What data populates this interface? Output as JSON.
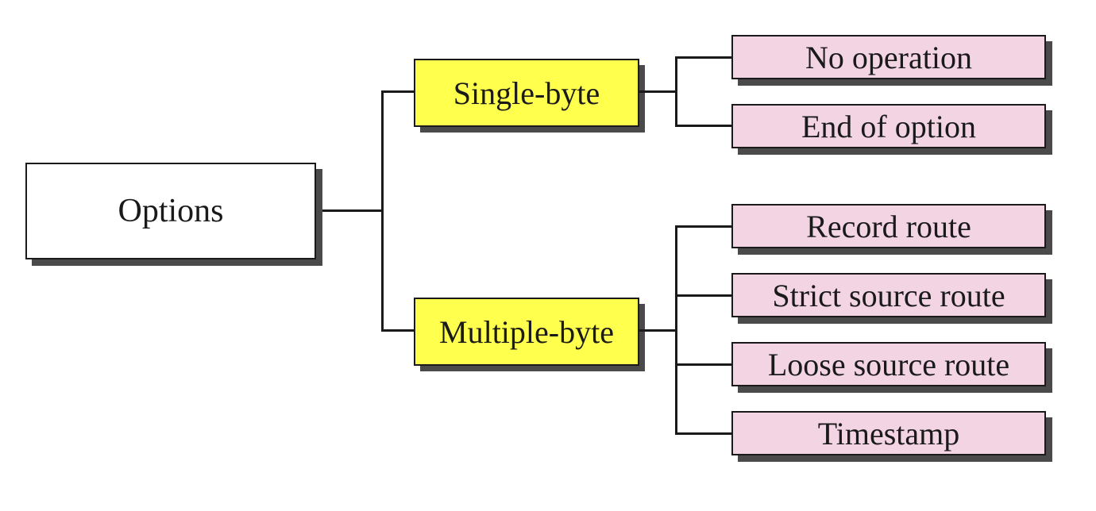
{
  "diagram": {
    "root": {
      "label": "Options",
      "color": "#ffffff"
    },
    "categories": [
      {
        "label": "Single-byte",
        "color": "#ffff4d",
        "leaves": [
          "No operation",
          "End of option"
        ]
      },
      {
        "label": "Multiple-byte",
        "color": "#ffff4d",
        "leaves": [
          "Record route",
          "Strict source route",
          "Loose source route",
          "Timestamp"
        ]
      }
    ],
    "leaf_color": "#f3d4e3",
    "line_color": "#1a1a1a",
    "shadow_color": "#4a4a4a"
  }
}
